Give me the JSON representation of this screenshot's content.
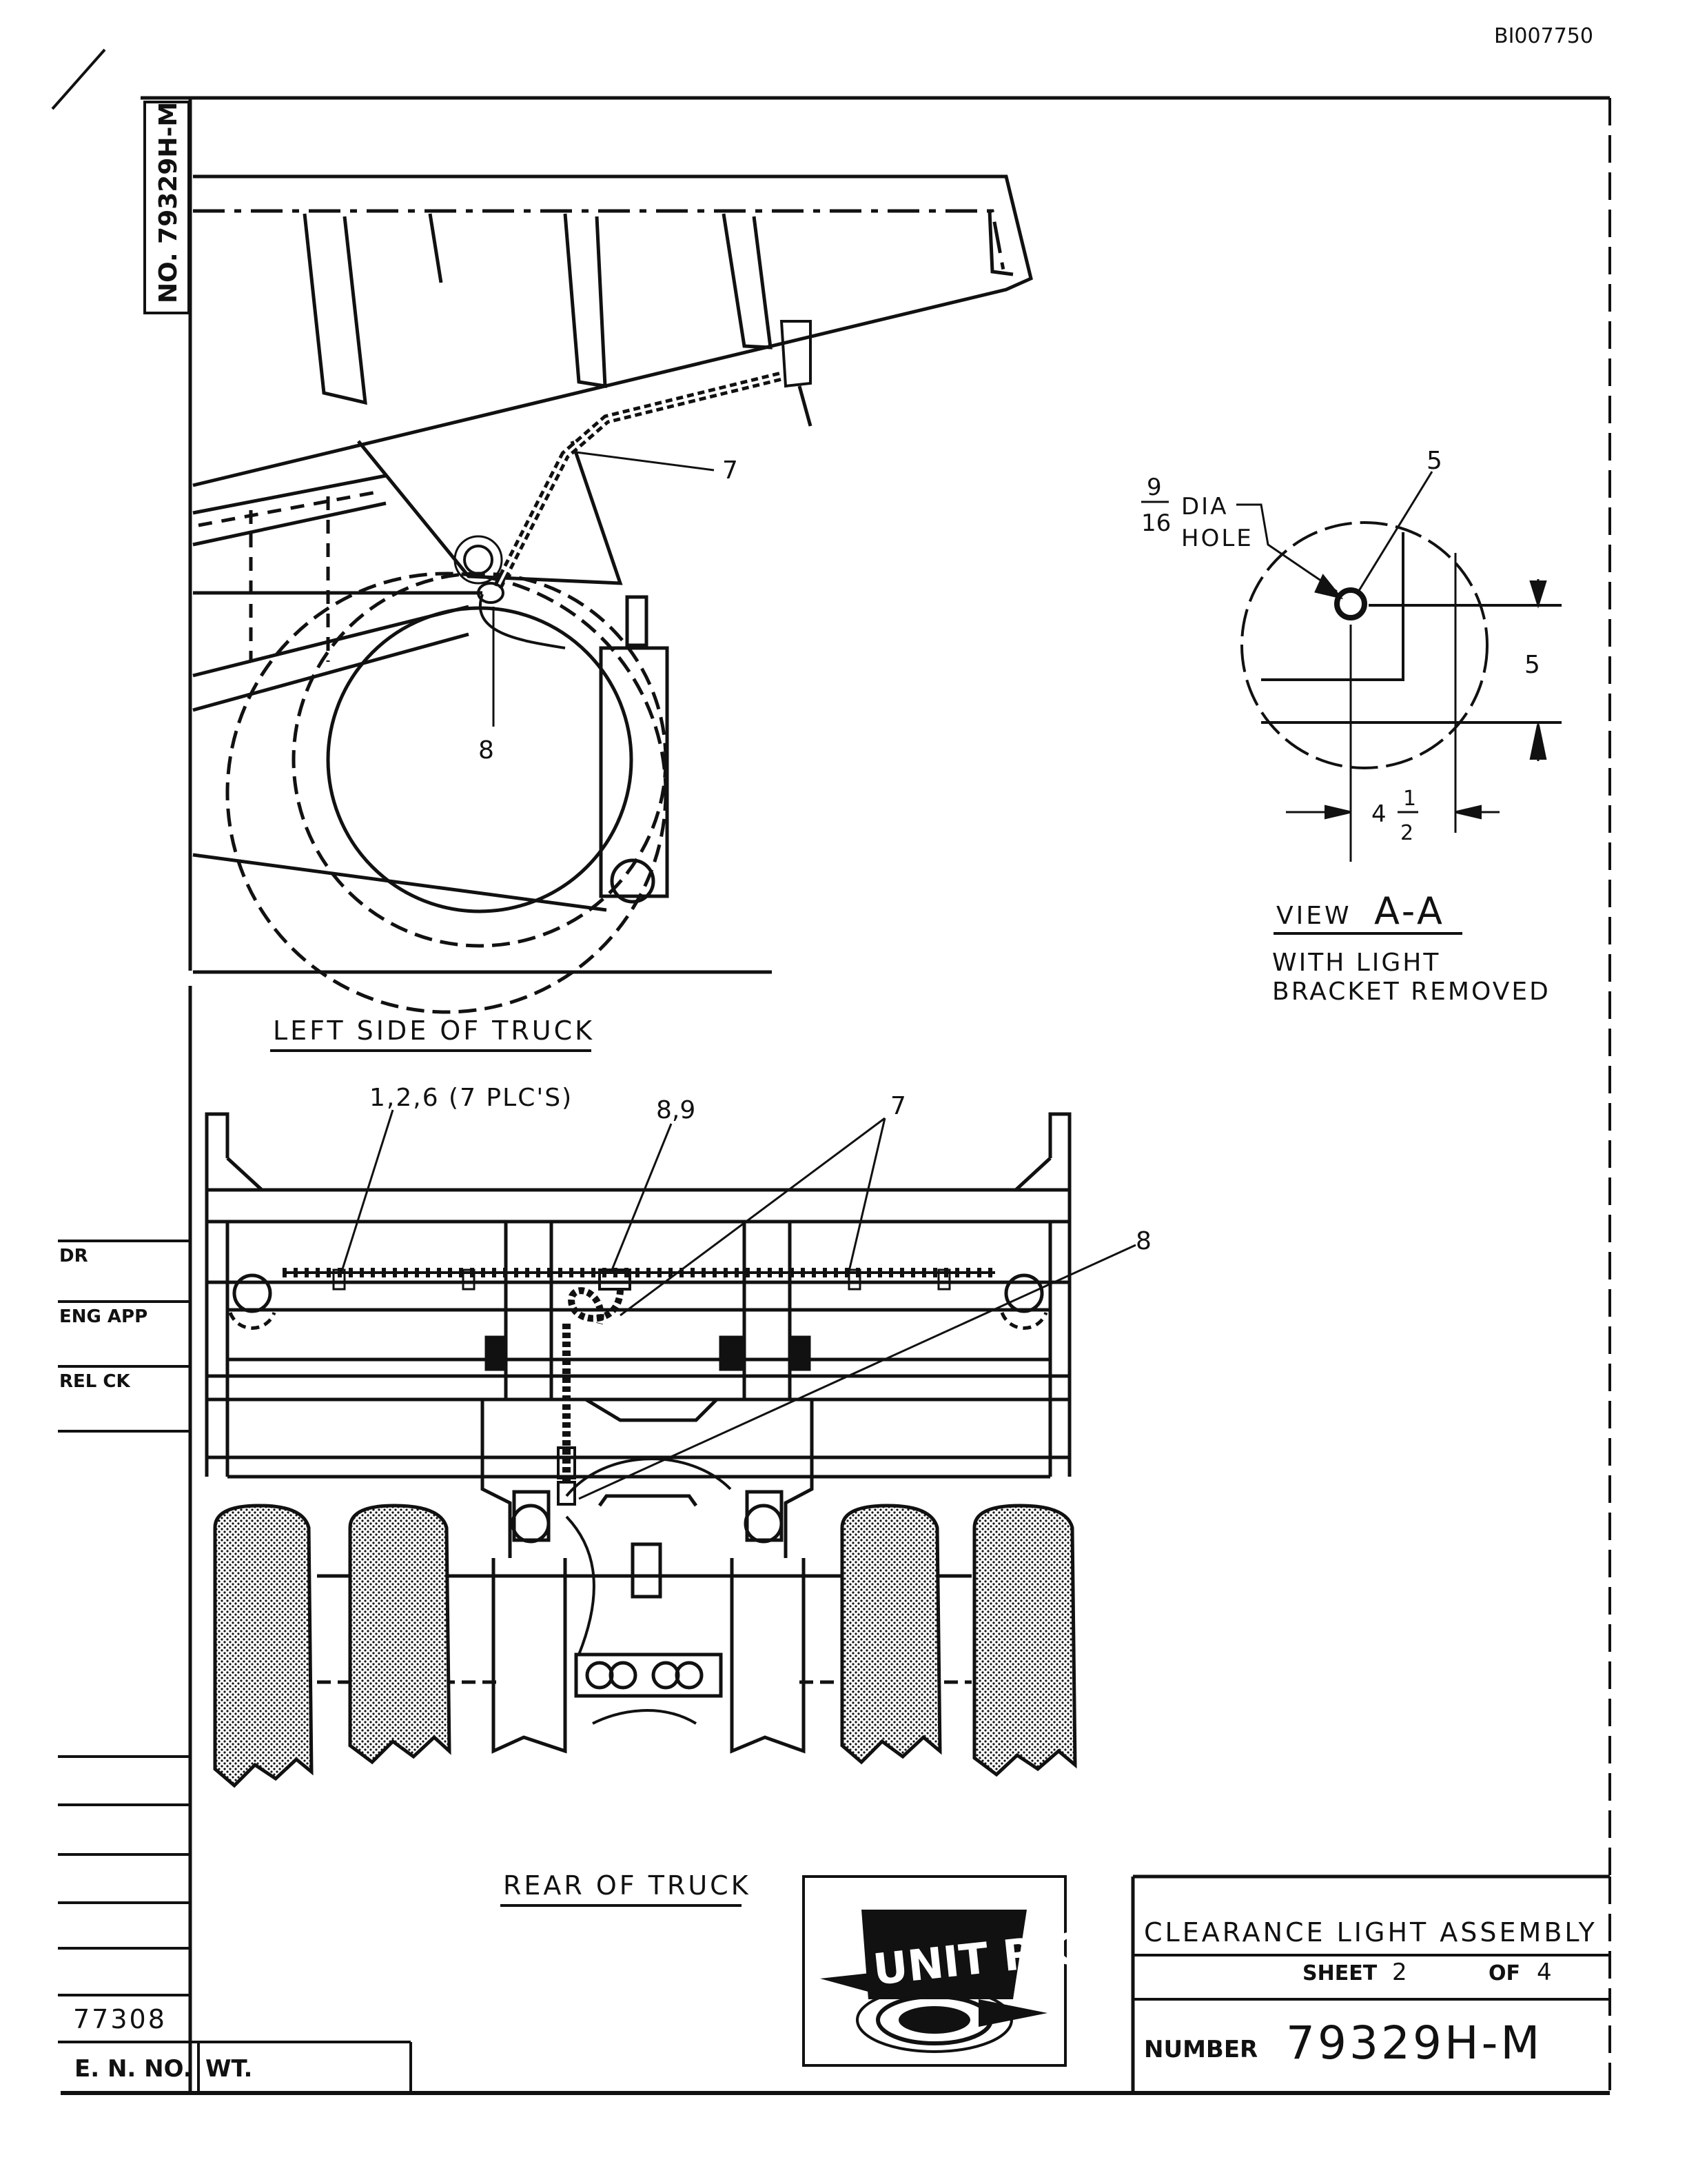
{
  "doc_id": "BI007750",
  "drawing_number_vertical": "NO. 79329H-M",
  "views": {
    "left_side": {
      "caption": "LEFT SIDE OF TRUCK",
      "callouts": [
        "7",
        "8"
      ]
    },
    "rear": {
      "caption": "REAR OF TRUCK",
      "callouts": [
        "1,2,6 (7 PLC'S)",
        "8,9",
        "7",
        "8"
      ]
    },
    "view_aa": {
      "hole_numerator": "9",
      "hole_denominator": "16",
      "hole_label_1": "DIA",
      "hole_label_2": "HOLE",
      "callout": "5",
      "dim_vertical": "5",
      "dim_horizontal_whole": "4",
      "dim_horizontal_num": "1",
      "dim_horizontal_den": "2",
      "title_prefix": "VIEW",
      "title_letters": "A-A",
      "note_1": "WITH LIGHT",
      "note_2": "BRACKET REMOVED"
    }
  },
  "left_column": {
    "dr": "DR",
    "eng_app": "ENG APP",
    "rel_ck": "REL CK",
    "revision": "77308",
    "en_no": "E. N. NO.",
    "wt": "WT."
  },
  "logo": {
    "text": "UNIT RIG"
  },
  "title_block": {
    "title": "CLEARANCE LIGHT ASSEMBLY",
    "sheet_label": "SHEET",
    "sheet_number": "2",
    "of_label": "OF",
    "sheet_total": "4",
    "number_label": "NUMBER",
    "number_value": "79329H-M"
  }
}
